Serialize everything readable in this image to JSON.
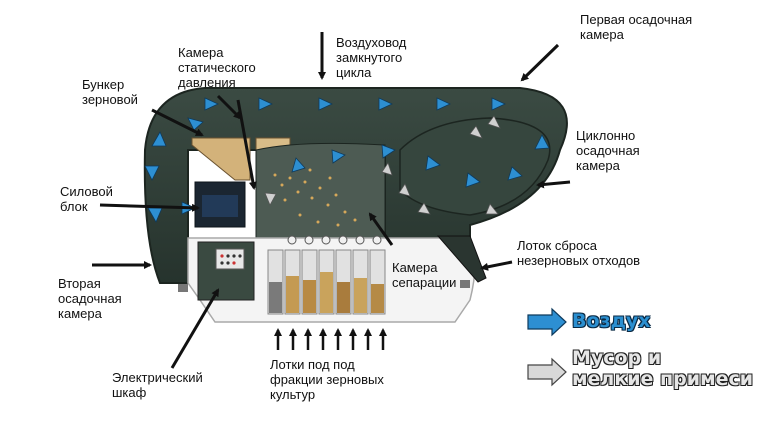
{
  "labels": {
    "first_settling": "Первая осадочная\nкамера",
    "air_duct": "Воздуховод\nзамкнутого\nцикла",
    "static_chamber": "Камера\nстатического\nдавления",
    "grain_hopper": "Бункер\nзерновой",
    "power_unit": "Силовой\nблок",
    "cyclone": "Циклонно\nосадочная\nкамера",
    "waste_tray": "Лоток сброса\nнезерновых отходов",
    "separation": "Камера\nсепарации",
    "second_settling": "Вторая\nосадочная\nкамера",
    "trays": "Лотки под под\nфракции зерновых\nкультур",
    "cabinet": "Электрический\nшкаф"
  },
  "legend": {
    "air": "Воздух",
    "debris": "Мусор и\nмелкие примеси"
  },
  "colors": {
    "air_arrow": "#2d8fd2",
    "debris_arrow": "#c8c8c8",
    "body": "#2f3f37",
    "frame": "#f4f4f4",
    "grain": "#c79a4c"
  },
  "icons": [
    "air-flow-arrow-icon",
    "debris-flow-arrow-icon",
    "pointer-arrow-icon"
  ]
}
